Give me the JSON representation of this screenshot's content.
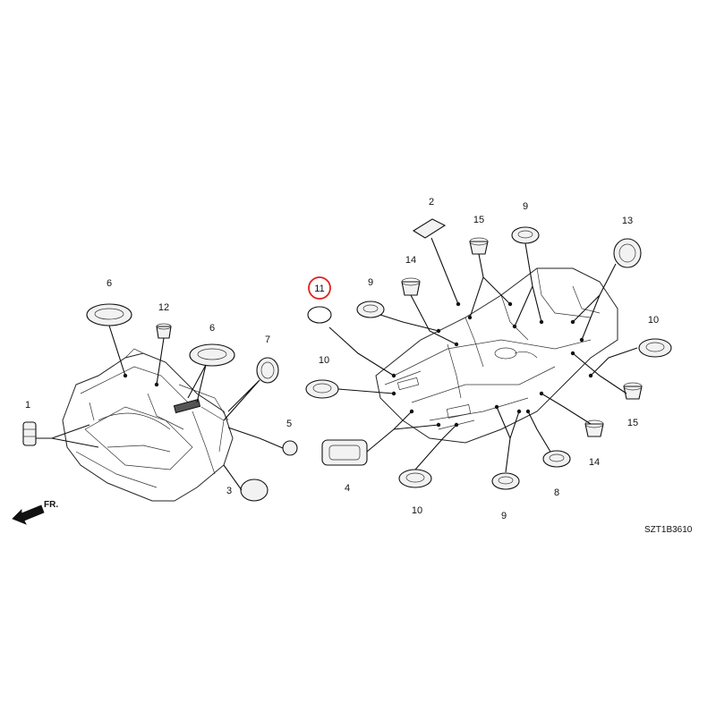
{
  "diagram": {
    "drawing_code": "SZT1B3610",
    "direction_label": "FR.",
    "highlight_color": "#e0201f",
    "highlighted_callout": "11",
    "callouts": [
      {
        "id": "c1",
        "label": "1"
      },
      {
        "id": "c2",
        "label": "2"
      },
      {
        "id": "c3",
        "label": "3"
      },
      {
        "id": "c4",
        "label": "4"
      },
      {
        "id": "c5",
        "label": "5"
      },
      {
        "id": "c6a",
        "label": "6"
      },
      {
        "id": "c6b",
        "label": "6"
      },
      {
        "id": "c7",
        "label": "7"
      },
      {
        "id": "c8",
        "label": "8"
      },
      {
        "id": "c9a",
        "label": "9"
      },
      {
        "id": "c9b",
        "label": "9"
      },
      {
        "id": "c9c",
        "label": "9"
      },
      {
        "id": "c10a",
        "label": "10"
      },
      {
        "id": "c10b",
        "label": "10"
      },
      {
        "id": "c10c",
        "label": "10"
      },
      {
        "id": "c11",
        "label": "11"
      },
      {
        "id": "c12",
        "label": "12"
      },
      {
        "id": "c13",
        "label": "13"
      },
      {
        "id": "c14a",
        "label": "14"
      },
      {
        "id": "c14b",
        "label": "14"
      },
      {
        "id": "c15a",
        "label": "15"
      },
      {
        "id": "c15b",
        "label": "15"
      }
    ]
  }
}
